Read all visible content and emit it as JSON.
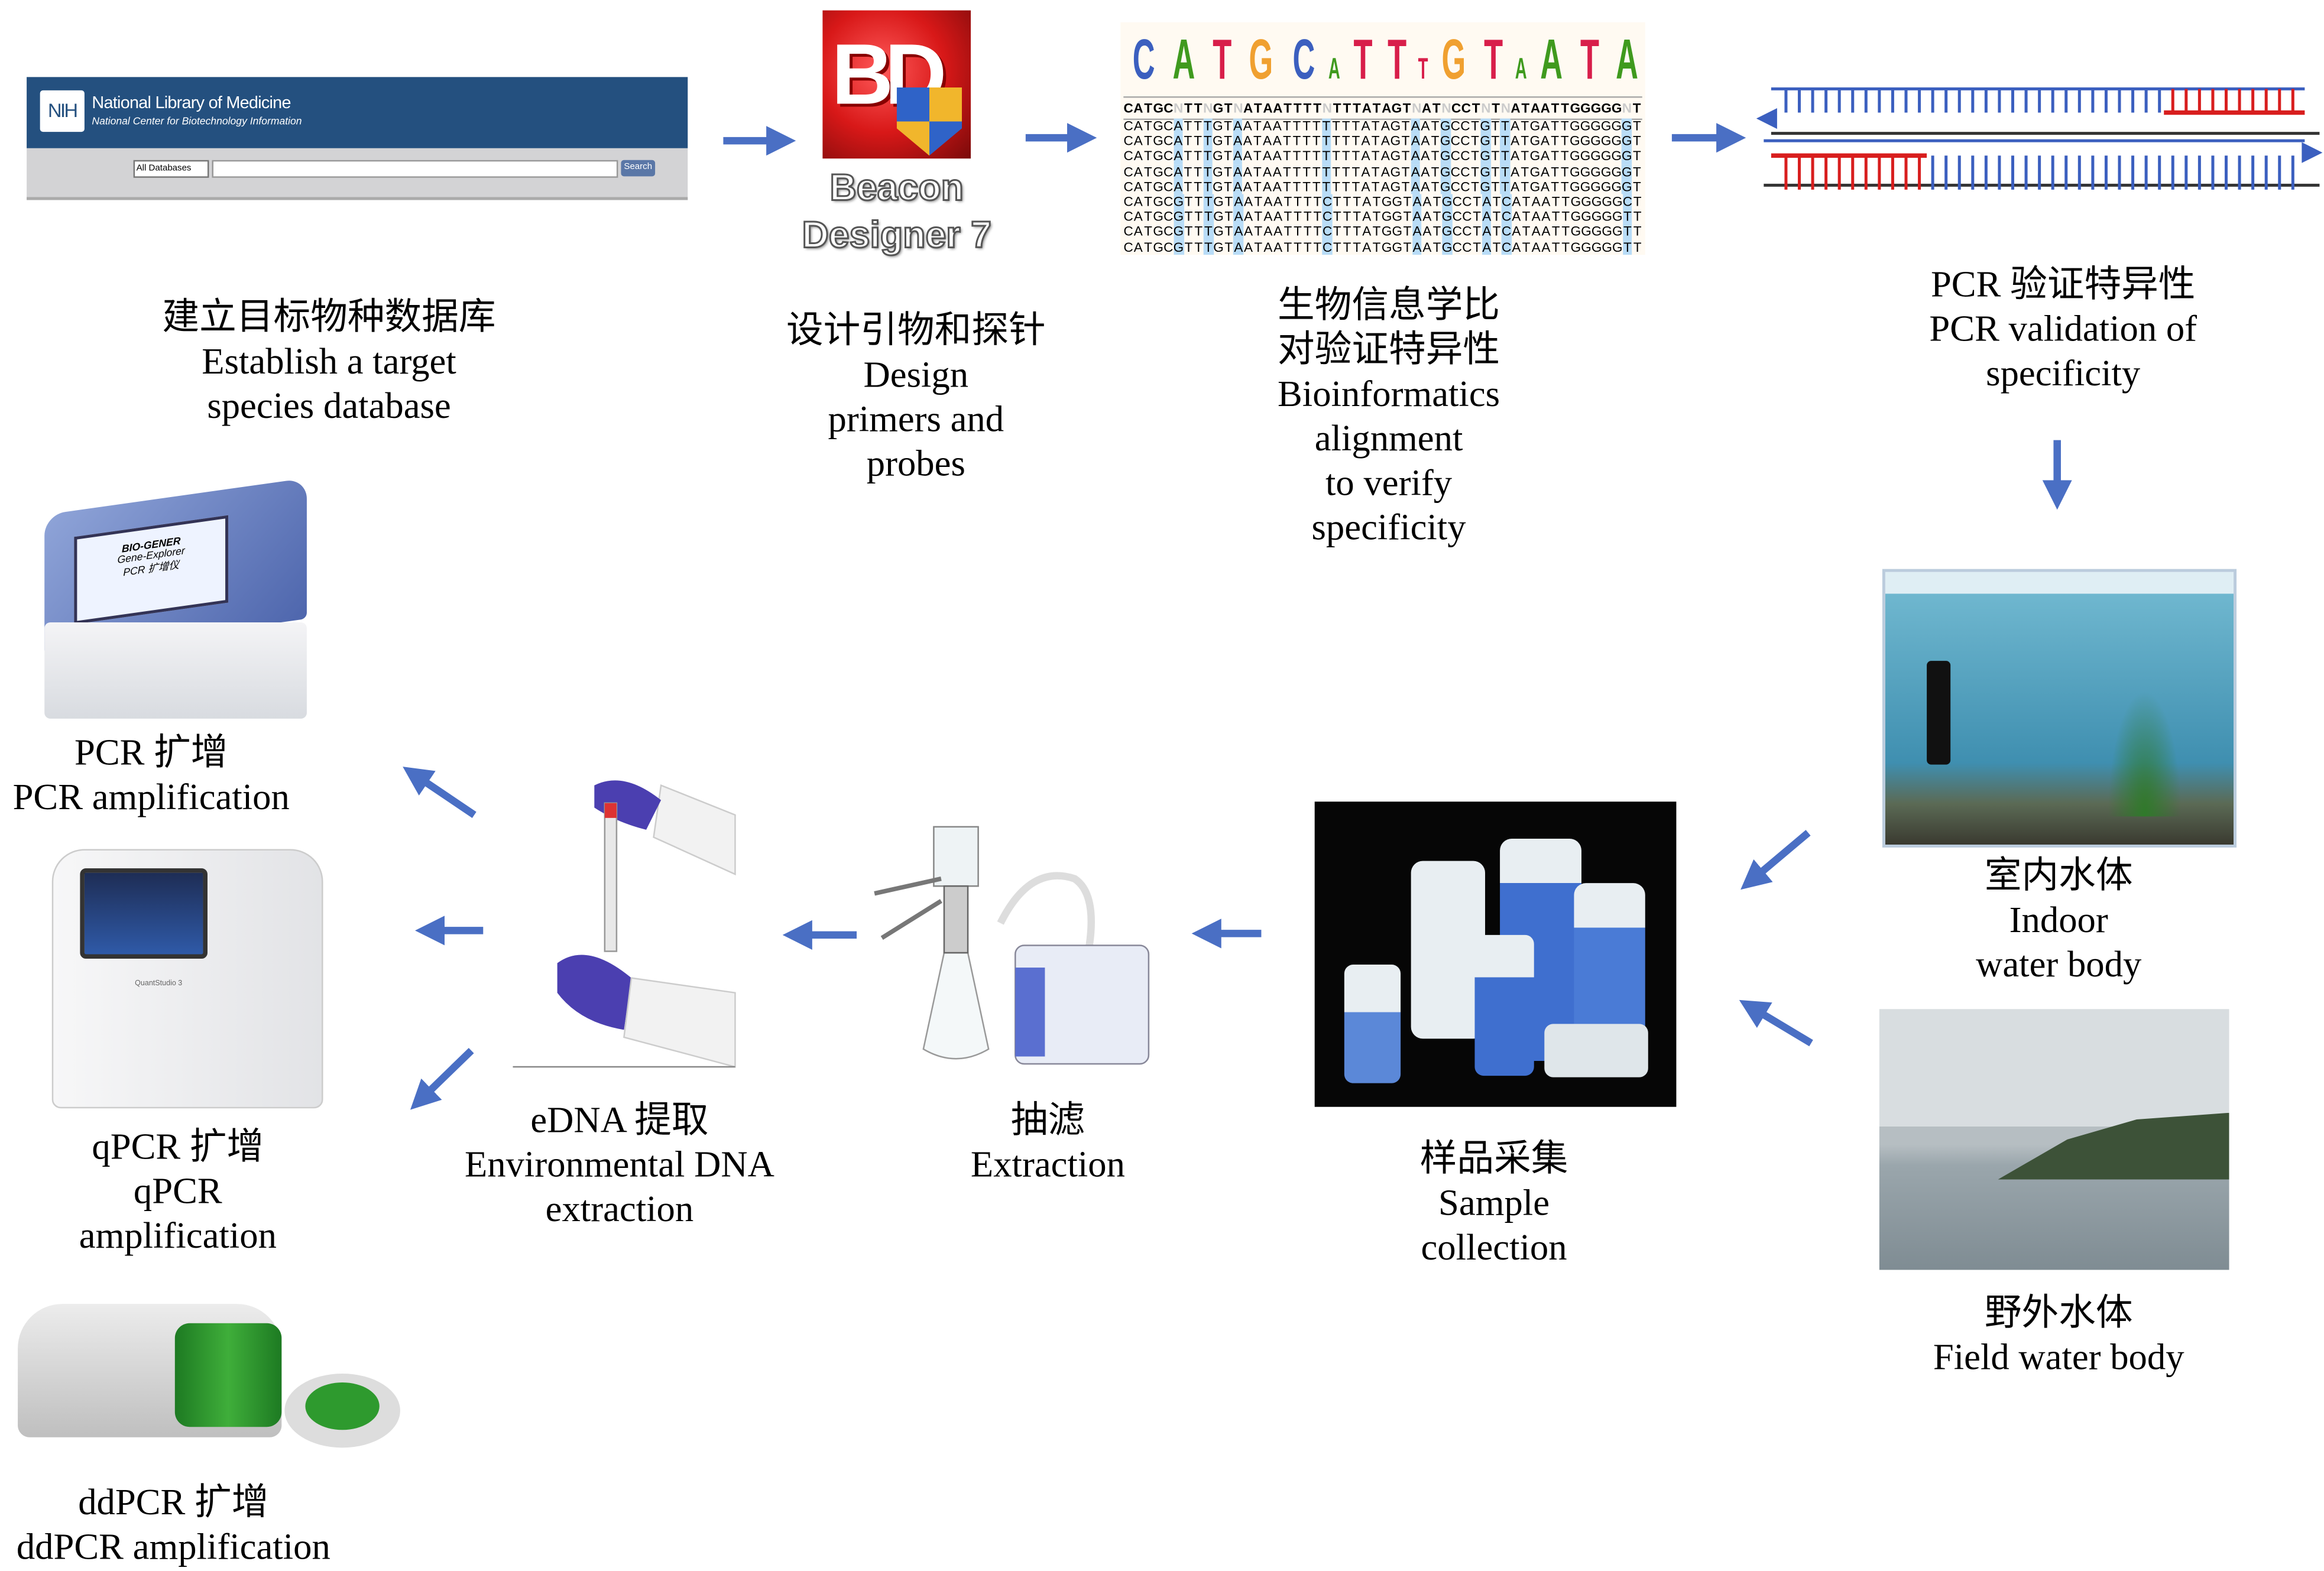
{
  "colors": {
    "arrow": "#4a6fc4",
    "nih_blue": "#24507f",
    "base_A": "#3f9a1e",
    "base_C": "#3b5fbf",
    "base_G": "#f0a030",
    "base_T": "#d81e4a",
    "variable_column": "#b8dcf7"
  },
  "nih": {
    "logo": "NIH",
    "title": "National Library of Medicine",
    "subtitle": "National Center for Biotechnology Information",
    "db_select": "All Databases",
    "search_value": "",
    "search_button": "Search"
  },
  "beacon": {
    "logo_letters": "BD",
    "line1": "Beacon",
    "line2": "Designer 7"
  },
  "alignment": {
    "consensus": "CATGCNTTNGTNATAATTTTNTTTATAGTNATNCCTNTNATAATTGGGGGNT",
    "sequences": [
      "CATGCATTTGTAATAATTTTTTTTATAGTAATGCCTGTTATGATTGGGGGGT",
      "CATGCATTTGTAATAATTTTTTTTATAGTAATGCCTGTTATGATTGGGGGGT",
      "CATGCATTTGTAATAATTTTTTTTATAGTAATGCCTGTTATGATTGGGGGGT",
      "CATGCATTTGTAATAATTTTTTTTATAGTAATGCCTGTTATGATTGGGGGGT",
      "CATGCATTTGTAATAATTTTTTTTATAGTAATGCCTGTTATGATTGGGGGGT",
      "CATGCGTTTGTAATAATTTTCTTTATGGTAATGCCTATCATAATTGGGGGCT",
      "CATGCGTTTGTAATAATTTTCTTTATGGTAATGCCTATCATAATTGGGGGTT",
      "CATGCGTTTGTAATAATTTTCTTTATGGTAATGCCTATCATAATTGGGGGTT",
      "CATGCGTTTGTAATAATTTTCTTTATGGTAATGCCTATCATAATTGGGGGTT"
    ]
  },
  "steps": {
    "database": {
      "zh": "建立目标物种数据库",
      "en1": "Establish a target",
      "en2": "species database"
    },
    "design": {
      "zh": "设计引物和探针",
      "en1": "Design",
      "en2": "primers and",
      "en3": "probes"
    },
    "bioinfo": {
      "zh1": "生物信息学比",
      "zh2": "对验证特异性",
      "en1": "Bioinformatics",
      "en2": "alignment",
      "en3": "to verify",
      "en4": "specificity"
    },
    "pcr_validation": {
      "zh": "PCR 验证特异性",
      "en1": "PCR validation of",
      "en2": "specificity"
    },
    "indoor": {
      "zh": "室内水体",
      "en1": "Indoor",
      "en2": "water body"
    },
    "field": {
      "zh": "野外水体",
      "en1": "Field water body"
    },
    "sample": {
      "zh": "样品采集",
      "en1": "Sample",
      "en2": "collection"
    },
    "filtration": {
      "zh": "抽滤",
      "en1": "Extraction"
    },
    "edna": {
      "zh": "eDNA 提取",
      "en1": "Environmental DNA",
      "en2": "extraction"
    },
    "pcr": {
      "zh": "PCR 扩增",
      "en1": "PCR amplification"
    },
    "qpcr": {
      "zh": "qPCR 扩增",
      "en1": "qPCR",
      "en2": "amplification"
    },
    "ddpcr": {
      "zh": "ddPCR 扩增",
      "en1": "ddPCR amplification"
    }
  },
  "devices": {
    "pcr_screen_brand": "BIO-GENER",
    "pcr_screen_model": "Gene-Explorer",
    "pcr_screen_text": "PCR 扩增仪",
    "qpcr_brand": "QuantStudio 3"
  }
}
